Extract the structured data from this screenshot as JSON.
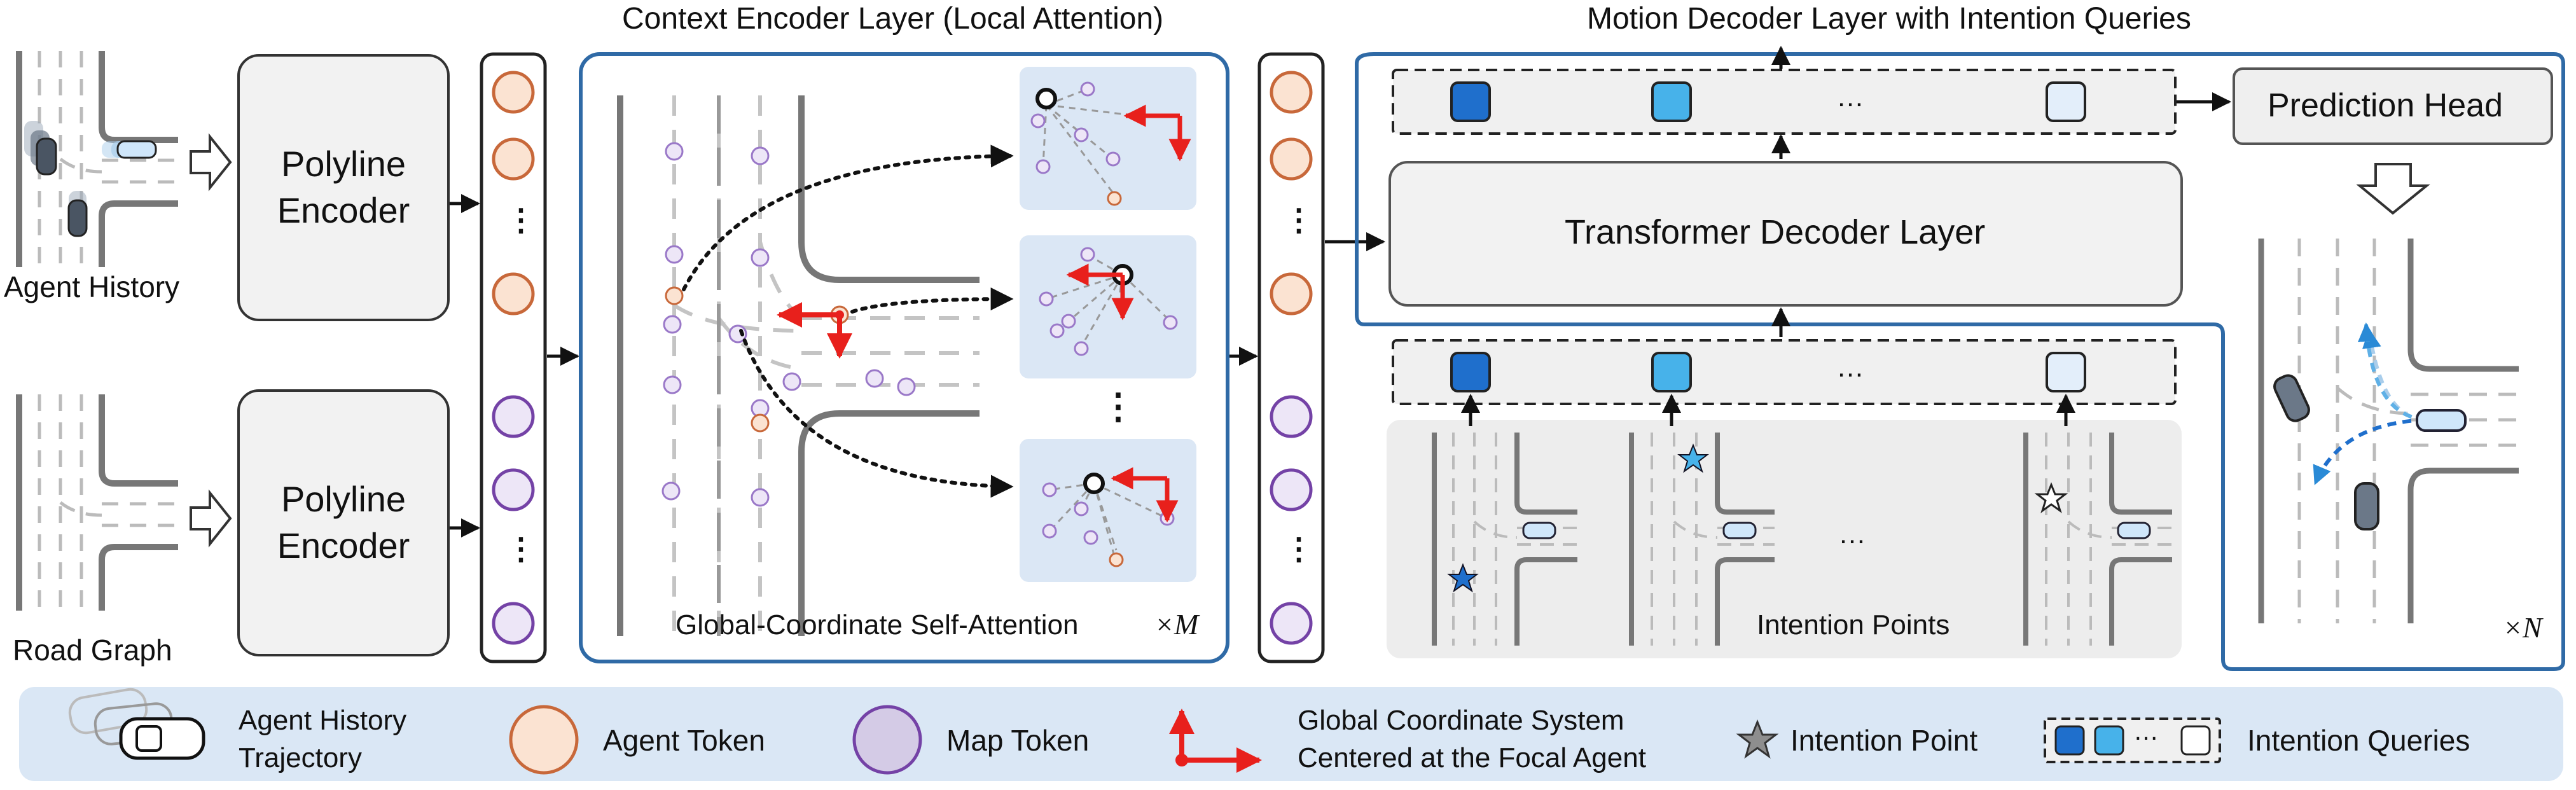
{
  "labels": {
    "agent_history": "Agent History",
    "road_graph": "Road Graph",
    "polyline_encoder_line1": "Polyline",
    "polyline_encoder_line2": "Encoder",
    "context_encoder_title": "Context Encoder Layer (Local Attention)",
    "global_self_attention": "Global-Coordinate Self-Attention",
    "times_m": "×M",
    "motion_decoder_title": "Motion Decoder Layer with Intention Queries",
    "transformer_decoder": "Transformer Decoder Layer",
    "prediction_head": "Prediction Head",
    "intention_points": "Intention Points",
    "times_n": "×N",
    "ellipsis": "…",
    "vertical_dots": "⋮"
  },
  "legend": {
    "agent_history_line1": "Agent History",
    "agent_history_line2": "Trajectory",
    "agent_token": "Agent Token",
    "map_token": "Map Token",
    "global_coord_line1": "Global Coordinate System",
    "global_coord_line2": "Centered at the Focal Agent",
    "intention_point": "Intention Point",
    "intention_queries": "Intention Queries"
  },
  "colors": {
    "agent_token_fill": "#fbe3d2",
    "agent_token_stroke": "#c8683a",
    "map_token_fill": "#ede6f7",
    "map_token_stroke": "#7442a6",
    "blue_frame": "#2f6aa6",
    "panel_bg": "#dbe7f5",
    "legend_bg": "#dae7f5",
    "coord_red": "#e8201c",
    "query_colors": [
      "#1f6fcc",
      "#47b2ea",
      "#e3eefa"
    ],
    "star_colors": [
      "#1f6fcc",
      "#47b2ea",
      "#ffffff"
    ]
  }
}
